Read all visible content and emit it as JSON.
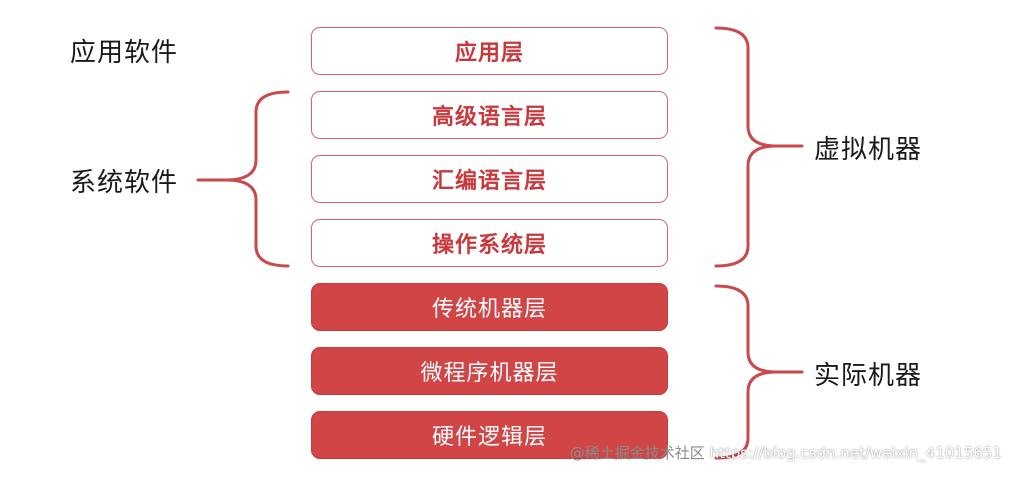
{
  "layers": [
    {
      "label": "应用层",
      "style": "outline"
    },
    {
      "label": "高级语言层",
      "style": "outline"
    },
    {
      "label": "汇编语言层",
      "style": "outline"
    },
    {
      "label": "操作系统层",
      "style": "outline"
    },
    {
      "label": "传统机器层",
      "style": "filled"
    },
    {
      "label": "微程序机器层",
      "style": "filled"
    },
    {
      "label": "硬件逻辑层",
      "style": "filled"
    }
  ],
  "left_labels": {
    "application_software": "应用软件",
    "system_software": "系统软件"
  },
  "right_labels": {
    "virtual_machine": "虚拟机器",
    "real_machine": "实际机器"
  },
  "watermark": {
    "url": "https://blog.csdn.net/weixin_41015651",
    "brand": "@稀土掘金技术社区"
  },
  "colors": {
    "accent": "#d14547",
    "outline_text": "#c8393d",
    "brace": "#c84a4d"
  }
}
